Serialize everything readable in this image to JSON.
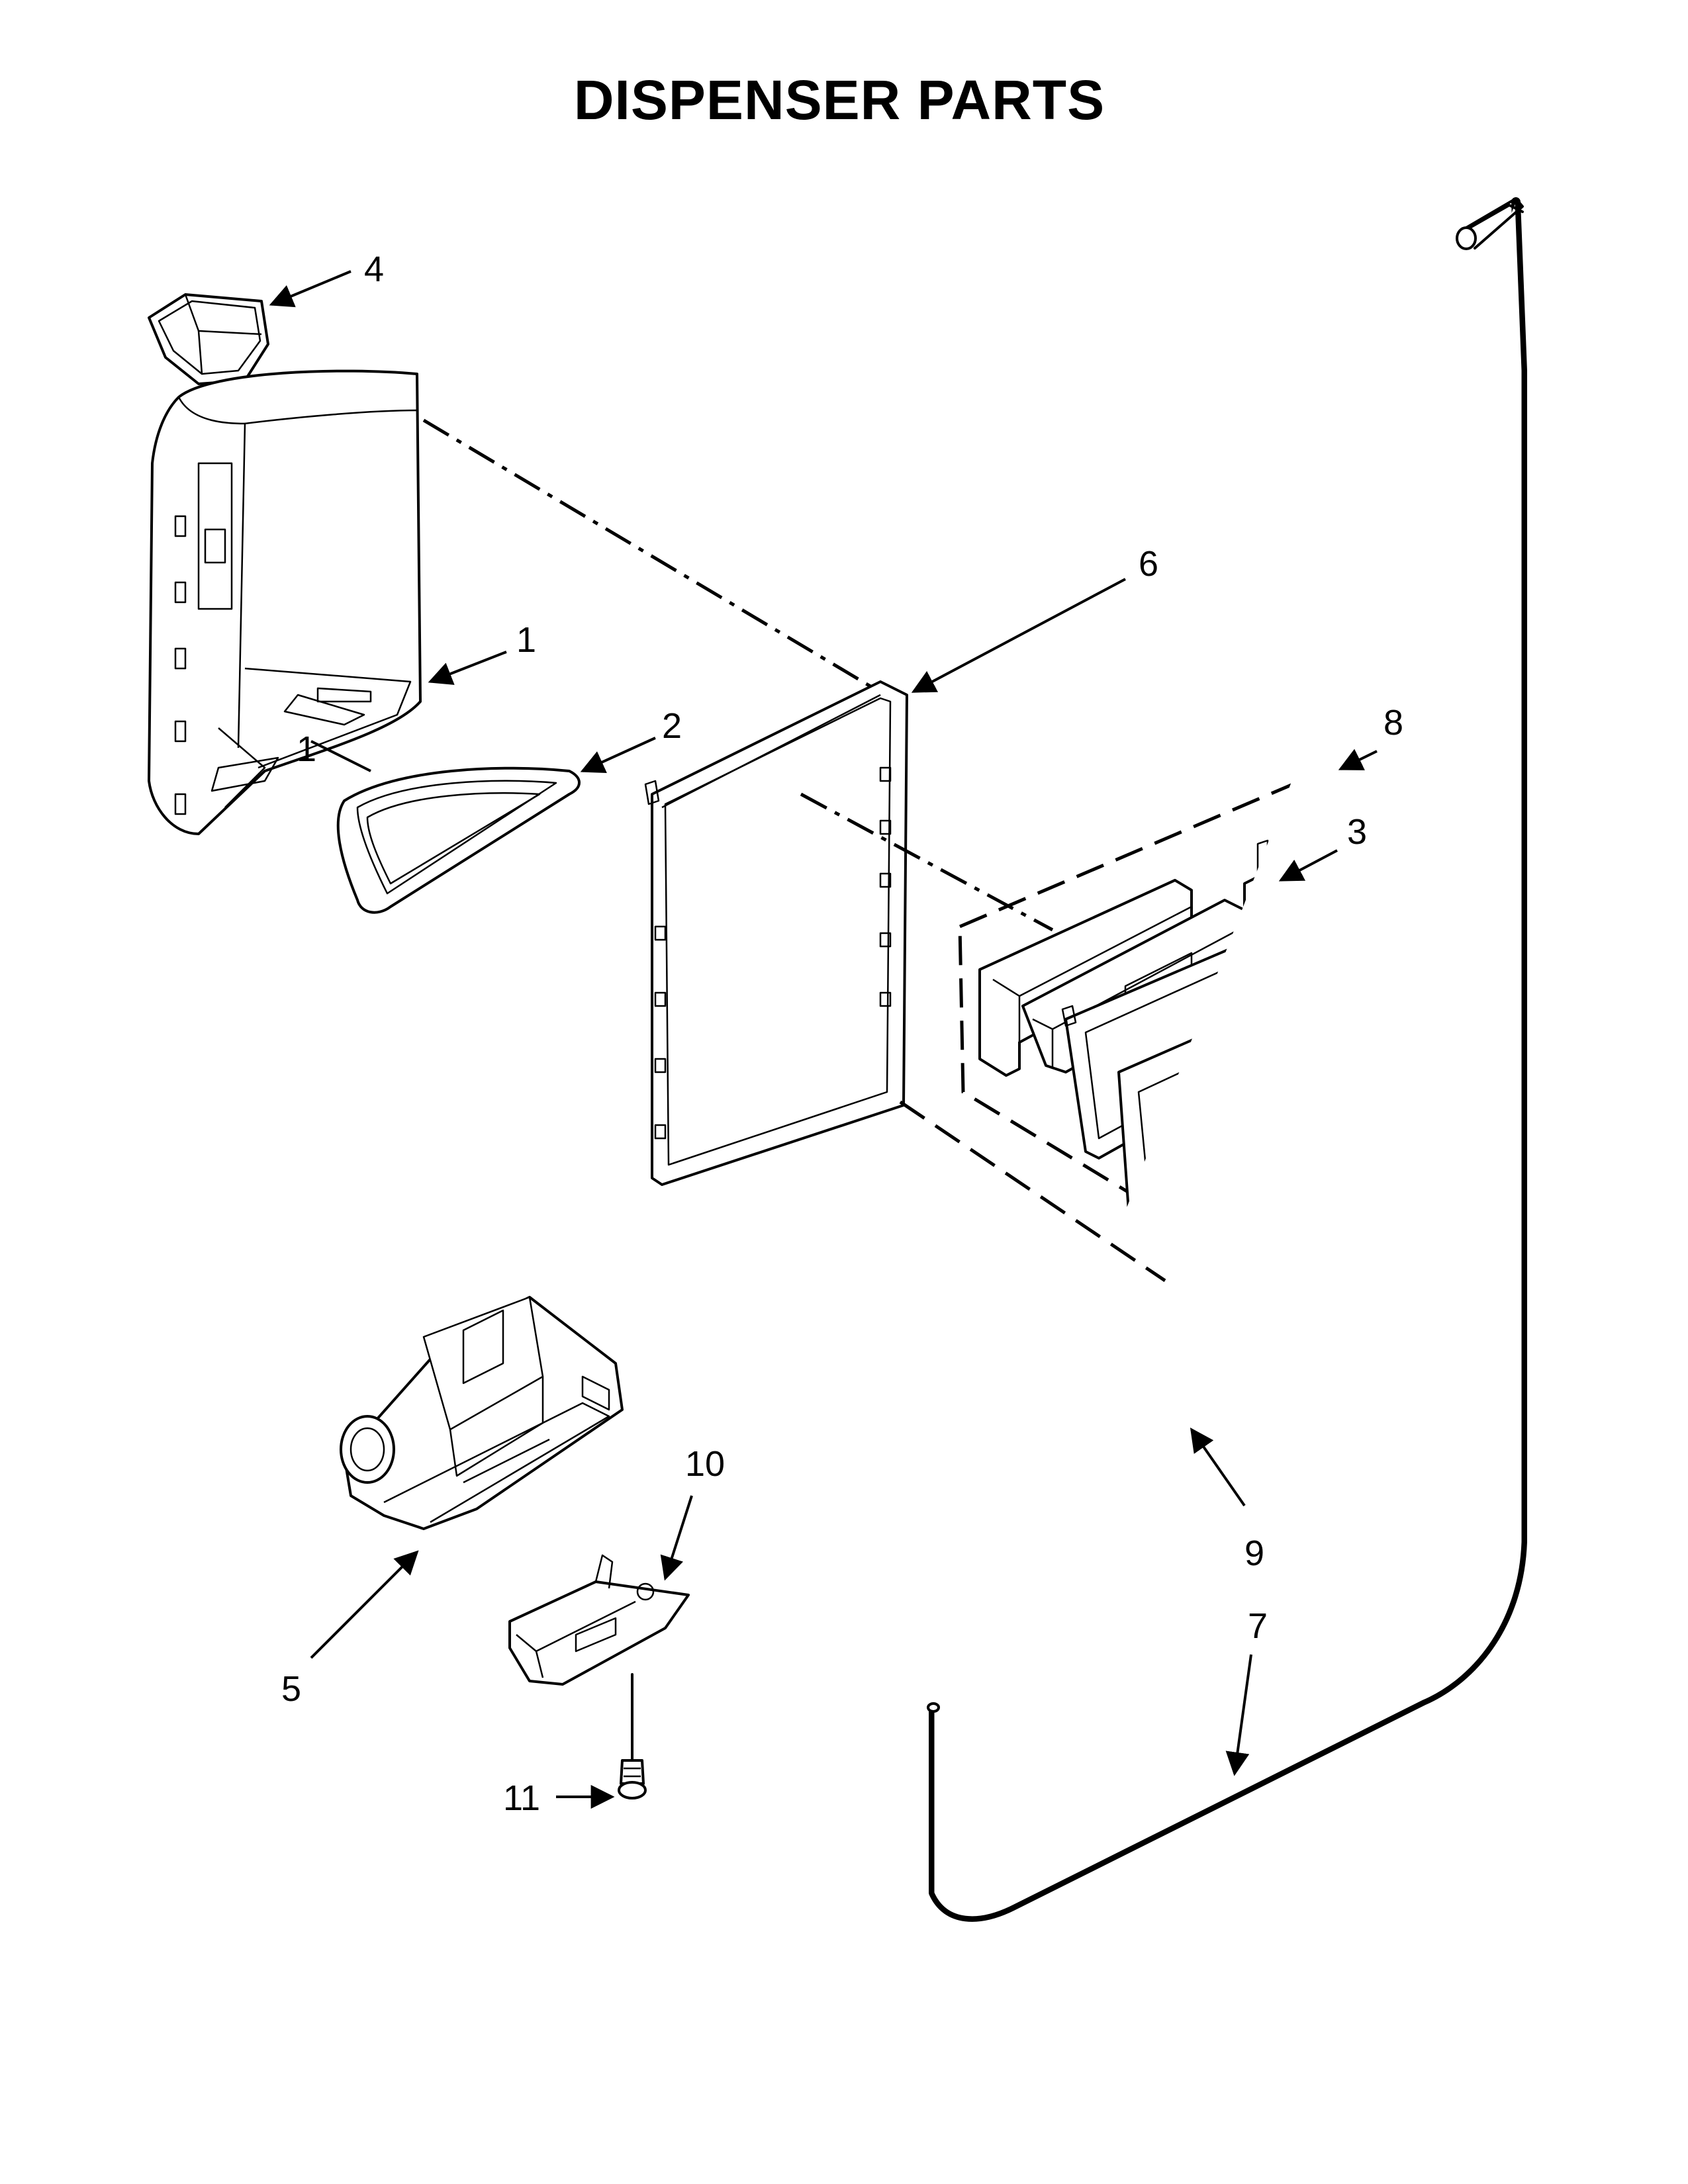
{
  "title": "DISPENSER PARTS",
  "callouts": {
    "c1": "1",
    "c2": "2",
    "c3": "3",
    "c4": "4",
    "c5": "5",
    "c6": "6",
    "c7": "7",
    "c8": "8",
    "c9": "9",
    "c10": "10",
    "c11": "11"
  }
}
